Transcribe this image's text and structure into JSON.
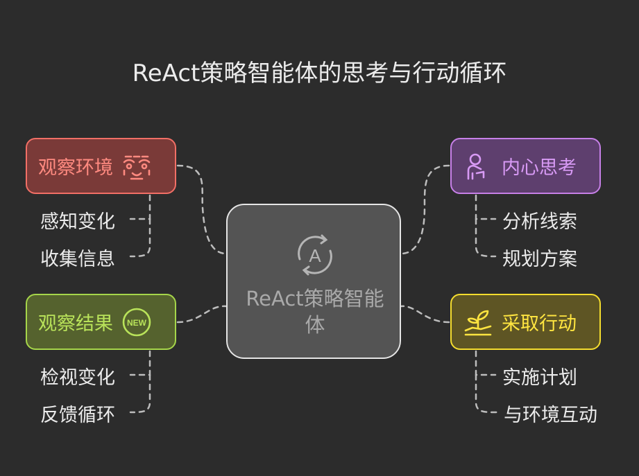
{
  "title": "ReAct策略智能体的思考与行动循环",
  "center": {
    "label": "ReAct策略智能体",
    "icon": "a-cycle-icon"
  },
  "nodes": {
    "observe_env": {
      "label": "观察环境",
      "icon": "observe-icon",
      "items": [
        "感知变化",
        "收集信息"
      ]
    },
    "observe_result": {
      "label": "观察结果",
      "icon": "new-badge-icon",
      "badge": "NEW",
      "items": [
        "检视变化",
        "反馈循环"
      ]
    },
    "think": {
      "label": "内心思考",
      "icon": "thinking-person-icon",
      "items": [
        "分析线索",
        "规划方案"
      ]
    },
    "act": {
      "label": "采取行动",
      "icon": "plant-hand-icon",
      "items": [
        "实施计划",
        "与环境互动"
      ]
    }
  },
  "colors": {
    "background": "#2c2c2c",
    "red": "#f26f66",
    "green": "#a6d64a",
    "purple": "#c780e8",
    "yellow": "#f5dd2e",
    "connector": "#bdbdbd"
  }
}
